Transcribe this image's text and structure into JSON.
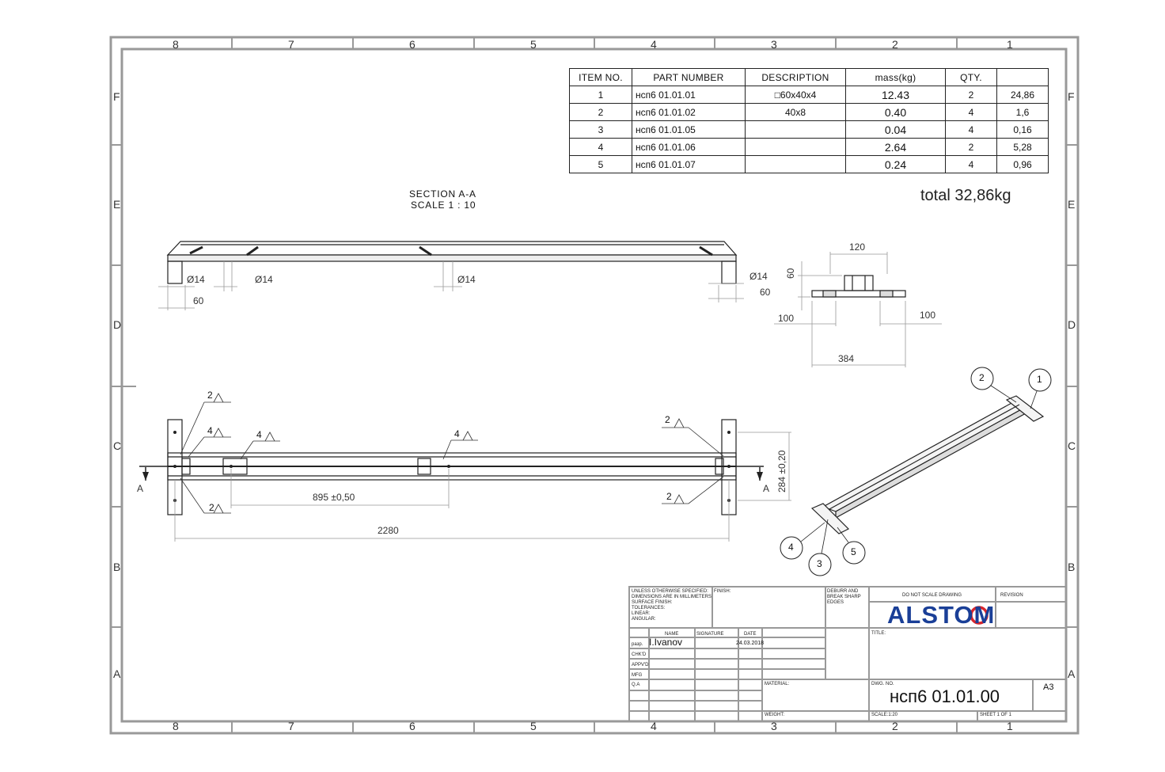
{
  "zones": {
    "columns": [
      "8",
      "7",
      "6",
      "5",
      "4",
      "3",
      "2",
      "1"
    ],
    "rows": [
      "F",
      "E",
      "D",
      "C",
      "B",
      "A"
    ]
  },
  "bom": {
    "headers": [
      "ITEM NO.",
      "PART NUMBER",
      "DESCRIPTION",
      "mass(kg)",
      "QTY.",
      ""
    ],
    "rows": [
      [
        "1",
        "нсп6 01.01.01",
        "□60x40x4",
        "12.43",
        "2",
        "24,86"
      ],
      [
        "2",
        "нсп6 01.01.02",
        "40x8",
        "0.40",
        "4",
        "1,6"
      ],
      [
        "3",
        "нсп6 01.01.05",
        "",
        "0.04",
        "4",
        "0,16"
      ],
      [
        "4",
        "нсп6 01.01.06",
        "",
        "2.64",
        "2",
        "5,28"
      ],
      [
        "5",
        "нсп6 01.01.07",
        "",
        "0.24",
        "4",
        "0,96"
      ]
    ]
  },
  "total": "total 32,86kg",
  "section": {
    "title": "SECTION A-A",
    "scale": "SCALE 1 : 10"
  },
  "dimensions": {
    "d14_a": "Ø14",
    "d14_b": "Ø14",
    "d14_c": "Ø14",
    "d14_d": "Ø14",
    "d60_left": "60",
    "d60_right": "60",
    "side_120": "120",
    "side_60": "60",
    "side_100_left": "100",
    "side_100_right": "100",
    "side_384": "384",
    "plan_895": "895 ±0,50",
    "plan_2280": "2280",
    "plan_284": "284 ±0,20",
    "section_mark_left": "A",
    "section_mark_right": "A"
  },
  "welds": [
    "2",
    "4",
    "4",
    "4",
    "2",
    "2",
    "2"
  ],
  "balloons": [
    "1",
    "2",
    "3",
    "4",
    "5"
  ],
  "title_block": {
    "notes": [
      "UNLESS OTHERWISE SPECIFIED:",
      "DIMENSIONS ARE IN MILLIMETERS",
      "SURFACE FINISH:",
      "TOLERANCES:",
      "  LINEAR:",
      "  ANGULAR:"
    ],
    "finish": "FINISH:",
    "deburr": [
      "DEBURR AND",
      "BREAK SHARP",
      "EDGES"
    ],
    "do_not_scale": "DO NOT SCALE DRAWING",
    "revision": "REVISION",
    "company": "ALSTOM",
    "name_hdr": "NAME",
    "sig_hdr": "SIGNATURE",
    "date_hdr": "DATE",
    "row_labels": [
      "разр.",
      "CHK'D",
      "APPV'D",
      "MFG",
      "Q.A"
    ],
    "drawn_by": "I.Ivanov",
    "date": "24.03.2018",
    "title_hdr": "TITLE:",
    "material": "MATERIAL:",
    "dwg_no_hdr": "DWG. NO.",
    "dwg_no": "нсп6 01.01.00",
    "size": "A3",
    "weight": "WEIGHT:",
    "scale": "SCALE:1:20",
    "sheet": "SHEET 1 OF 1"
  }
}
